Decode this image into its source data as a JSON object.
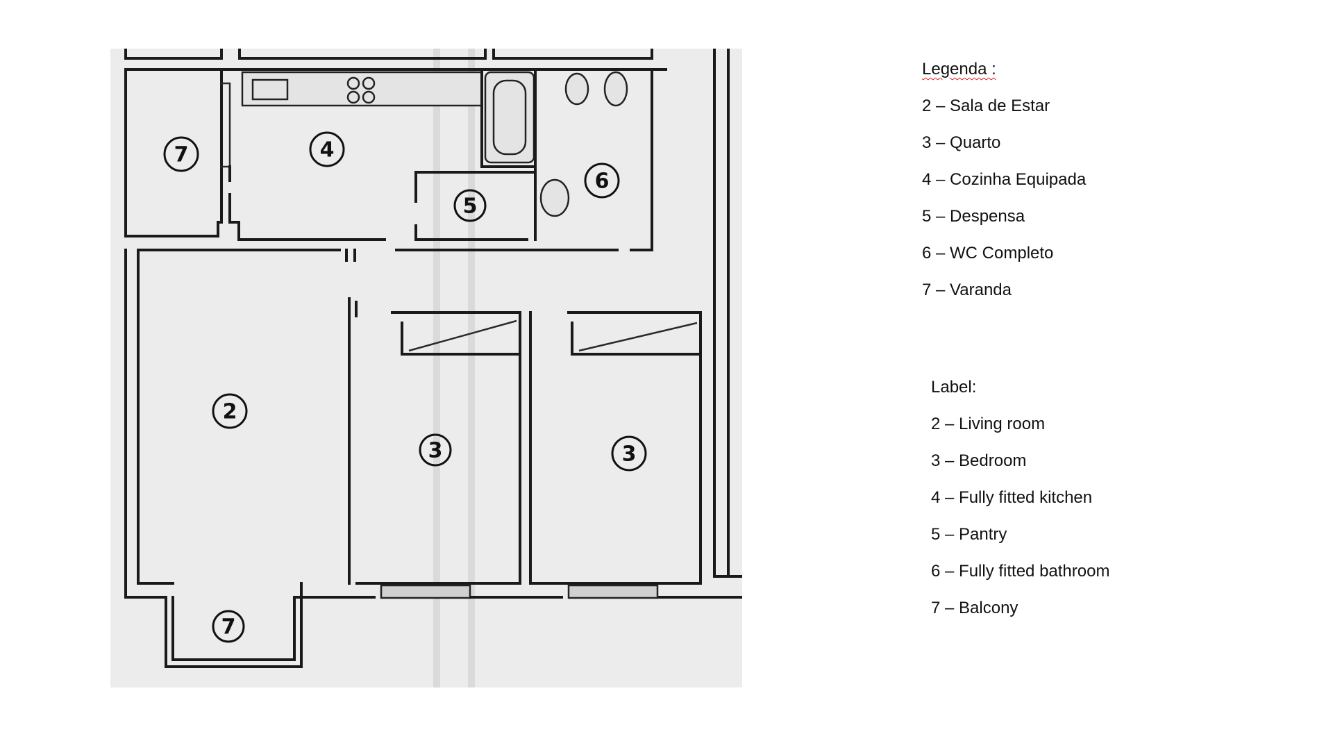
{
  "plan": {
    "rooms": [
      {
        "id": "balcony-top",
        "number": "7"
      },
      {
        "id": "kitchen",
        "number": "4"
      },
      {
        "id": "pantry",
        "number": "5"
      },
      {
        "id": "bathroom",
        "number": "6"
      },
      {
        "id": "living-room",
        "number": "2"
      },
      {
        "id": "bedroom-left",
        "number": "3"
      },
      {
        "id": "bedroom-right",
        "number": "3"
      },
      {
        "id": "balcony-bottom",
        "number": "7"
      }
    ]
  },
  "legend_pt": {
    "title": "Legenda :",
    "items": [
      "2 – Sala de Estar",
      "3 – Quarto",
      "4 – Cozinha Equipada",
      "5 – Despensa",
      "6 – WC Completo",
      "7 – Varanda"
    ]
  },
  "legend_en": {
    "title": "Label:",
    "items": [
      "2 – Living room",
      "3 – Bedroom",
      "4 – Fully fitted kitchen",
      "5 – Pantry",
      "6 – Fully fitted bathroom",
      "7 – Balcony"
    ]
  }
}
